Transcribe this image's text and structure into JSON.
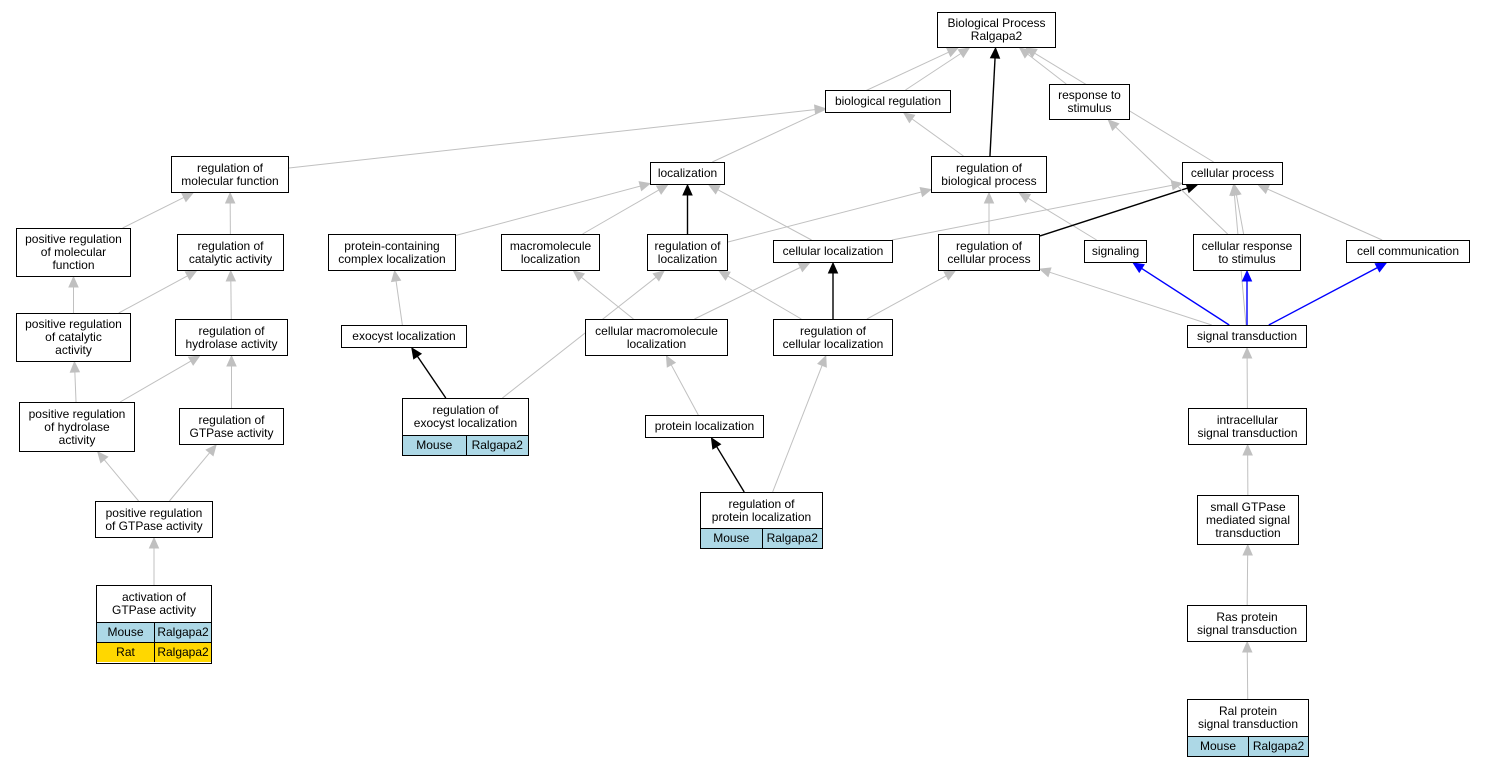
{
  "colors": {
    "edge_gray": "#c0c0c0",
    "edge_black": "#000000",
    "edge_blue": "#0000ff",
    "mouse_fill": "#add8e6",
    "rat_fill": "#ffd700"
  },
  "species": {
    "mouse": "Mouse",
    "rat": "Rat",
    "gene": "Ralgapa2"
  },
  "nodes": {
    "root": {
      "label": "Biological Process\nRalgapa2"
    },
    "biological_regulation": {
      "label": "biological regulation"
    },
    "response_to_stimulus": {
      "label": "response to\nstimulus"
    },
    "reg_molecular_function": {
      "label": "regulation of\nmolecular function"
    },
    "localization": {
      "label": "localization"
    },
    "reg_biological_process": {
      "label": "regulation of\nbiological process"
    },
    "cellular_process": {
      "label": "cellular process"
    },
    "pos_reg_molecular_function": {
      "label": "positive regulation\nof molecular\nfunction"
    },
    "reg_catalytic_activity": {
      "label": "regulation of\ncatalytic activity"
    },
    "protein_containing_complex_localization": {
      "label": "protein-containing\ncomplex localization"
    },
    "macromolecule_localization": {
      "label": "macromolecule\nlocalization"
    },
    "reg_localization": {
      "label": "regulation of\nlocalization"
    },
    "cellular_localization": {
      "label": "cellular localization"
    },
    "reg_cellular_process": {
      "label": "regulation of\ncellular process"
    },
    "signaling": {
      "label": "signaling"
    },
    "cellular_response_to_stimulus": {
      "label": "cellular response\nto stimulus"
    },
    "cell_communication": {
      "label": "cell communication"
    },
    "pos_reg_catalytic_activity": {
      "label": "positive regulation\nof catalytic\nactivity"
    },
    "reg_hydrolase_activity": {
      "label": "regulation of\nhydrolase activity"
    },
    "exocyst_localization": {
      "label": "exocyst localization"
    },
    "cellular_macromolecule_localization": {
      "label": "cellular macromolecule\nlocalization"
    },
    "reg_cellular_localization": {
      "label": "regulation of\ncellular localization"
    },
    "signal_transduction": {
      "label": "signal transduction"
    },
    "pos_reg_hydrolase_activity": {
      "label": "positive regulation\nof hydrolase\nactivity"
    },
    "reg_gtpase_activity": {
      "label": "regulation of\nGTPase activity"
    },
    "reg_exocyst_localization": {
      "label": "regulation of\nexocyst localization"
    },
    "intracellular_signal_transduction": {
      "label": "intracellular\nsignal transduction"
    },
    "protein_localization": {
      "label": "protein localization"
    },
    "pos_reg_gtpase_activity": {
      "label": "positive regulation\nof GTPase activity"
    },
    "reg_protein_localization": {
      "label": "regulation of\nprotein localization"
    },
    "small_gtpase_signal_transduction": {
      "label": "small GTPase\nmediated signal\ntransduction"
    },
    "activation_gtpase_activity": {
      "label": "activation of\nGTPase activity"
    },
    "ras_signal_transduction": {
      "label": "Ras protein\nsignal transduction"
    },
    "ral_signal_transduction": {
      "label": "Ral protein\nsignal transduction"
    }
  },
  "edges": [
    {
      "from": "biological_regulation",
      "to": "root",
      "color": "gray"
    },
    {
      "from": "response_to_stimulus",
      "to": "root",
      "color": "gray"
    },
    {
      "from": "localization",
      "to": "root",
      "color": "gray"
    },
    {
      "from": "reg_biological_process",
      "to": "root",
      "color": "black"
    },
    {
      "from": "cellular_process",
      "to": "root",
      "color": "gray"
    },
    {
      "from": "reg_molecular_function",
      "to": "biological_regulation",
      "color": "gray"
    },
    {
      "from": "reg_biological_process",
      "to": "biological_regulation",
      "color": "gray"
    },
    {
      "from": "pos_reg_molecular_function",
      "to": "reg_molecular_function",
      "color": "gray"
    },
    {
      "from": "reg_catalytic_activity",
      "to": "reg_molecular_function",
      "color": "gray"
    },
    {
      "from": "protein_containing_complex_localization",
      "to": "localization",
      "color": "gray"
    },
    {
      "from": "macromolecule_localization",
      "to": "localization",
      "color": "gray"
    },
    {
      "from": "reg_localization",
      "to": "localization",
      "color": "black"
    },
    {
      "from": "cellular_localization",
      "to": "localization",
      "color": "gray"
    },
    {
      "from": "reg_localization",
      "to": "reg_biological_process",
      "color": "gray"
    },
    {
      "from": "reg_cellular_process",
      "to": "reg_biological_process",
      "color": "gray"
    },
    {
      "from": "signaling",
      "to": "reg_biological_process",
      "color": "gray"
    },
    {
      "from": "cellular_localization",
      "to": "cellular_process",
      "color": "gray"
    },
    {
      "from": "reg_cellular_process",
      "to": "cellular_process",
      "color": "black"
    },
    {
      "from": "cellular_response_to_stimulus",
      "to": "cellular_process",
      "color": "gray"
    },
    {
      "from": "cell_communication",
      "to": "cellular_process",
      "color": "gray"
    },
    {
      "from": "signal_transduction",
      "to": "cellular_process",
      "color": "gray"
    },
    {
      "from": "cellular_response_to_stimulus",
      "to": "response_to_stimulus",
      "color": "gray"
    },
    {
      "from": "pos_reg_catalytic_activity",
      "to": "pos_reg_molecular_function",
      "color": "gray"
    },
    {
      "from": "pos_reg_catalytic_activity",
      "to": "reg_catalytic_activity",
      "color": "gray"
    },
    {
      "from": "reg_hydrolase_activity",
      "to": "reg_catalytic_activity",
      "color": "gray"
    },
    {
      "from": "exocyst_localization",
      "to": "protein_containing_complex_localization",
      "color": "gray"
    },
    {
      "from": "cellular_macromolecule_localization",
      "to": "macromolecule_localization",
      "color": "gray"
    },
    {
      "from": "cellular_macromolecule_localization",
      "to": "cellular_localization",
      "color": "gray"
    },
    {
      "from": "reg_cellular_localization",
      "to": "reg_localization",
      "color": "gray"
    },
    {
      "from": "reg_cellular_localization",
      "to": "cellular_localization",
      "color": "black"
    },
    {
      "from": "reg_cellular_localization",
      "to": "reg_cellular_process",
      "color": "gray"
    },
    {
      "from": "signal_transduction",
      "to": "reg_cellular_process",
      "color": "gray"
    },
    {
      "from": "signal_transduction",
      "to": "signaling",
      "color": "blue"
    },
    {
      "from": "signal_transduction",
      "to": "cellular_response_to_stimulus",
      "color": "blue"
    },
    {
      "from": "signal_transduction",
      "to": "cell_communication",
      "color": "blue"
    },
    {
      "from": "pos_reg_hydrolase_activity",
      "to": "pos_reg_catalytic_activity",
      "color": "gray"
    },
    {
      "from": "pos_reg_hydrolase_activity",
      "to": "reg_hydrolase_activity",
      "color": "gray"
    },
    {
      "from": "reg_gtpase_activity",
      "to": "reg_hydrolase_activity",
      "color": "gray"
    },
    {
      "from": "reg_exocyst_localization",
      "to": "exocyst_localization",
      "color": "black"
    },
    {
      "from": "reg_exocyst_localization",
      "to": "reg_localization",
      "color": "gray"
    },
    {
      "from": "protein_localization",
      "to": "cellular_macromolecule_localization",
      "color": "gray"
    },
    {
      "from": "intracellular_signal_transduction",
      "to": "signal_transduction",
      "color": "gray"
    },
    {
      "from": "pos_reg_gtpase_activity",
      "to": "pos_reg_hydrolase_activity",
      "color": "gray"
    },
    {
      "from": "pos_reg_gtpase_activity",
      "to": "reg_gtpase_activity",
      "color": "gray"
    },
    {
      "from": "reg_protein_localization",
      "to": "protein_localization",
      "color": "black"
    },
    {
      "from": "reg_protein_localization",
      "to": "reg_cellular_localization",
      "color": "gray"
    },
    {
      "from": "small_gtpase_signal_transduction",
      "to": "intracellular_signal_transduction",
      "color": "gray"
    },
    {
      "from": "activation_gtpase_activity",
      "to": "pos_reg_gtpase_activity",
      "color": "gray"
    },
    {
      "from": "ras_signal_transduction",
      "to": "small_gtpase_signal_transduction",
      "color": "gray"
    },
    {
      "from": "ral_signal_transduction",
      "to": "ras_signal_transduction",
      "color": "gray"
    }
  ]
}
